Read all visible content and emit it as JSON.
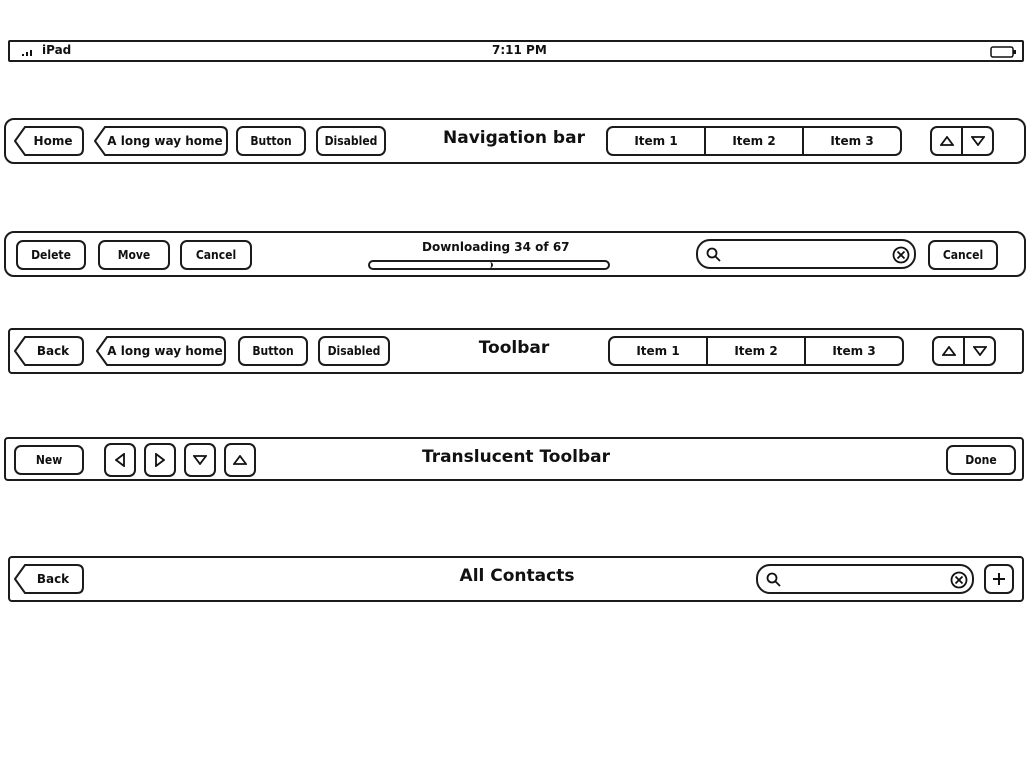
{
  "status_bar": {
    "device": "iPad",
    "time": "7:11 PM"
  },
  "navigation_bar": {
    "home_label": "Home",
    "long_way_label": "A long way home",
    "button_label": "Button",
    "disabled_label": "Disabled",
    "title": "Navigation bar",
    "segments": [
      "Item 1",
      "Item 2",
      "Item 3"
    ]
  },
  "download_toolbar": {
    "delete_label": "Delete",
    "move_label": "Move",
    "cancel_label": "Cancel",
    "download_status": "Downloading 34 of 67",
    "progress": 0.507,
    "search_cancel_label": "Cancel"
  },
  "toolbar": {
    "back_label": "Back",
    "long_way_label": "A long way home",
    "button_label": "Button",
    "disabled_label": "Disabled",
    "title": "Toolbar",
    "segments": [
      "Item 1",
      "Item 2",
      "Item 3"
    ]
  },
  "translucent_toolbar": {
    "new_label": "New",
    "title": "Translucent Toolbar",
    "done_label": "Done"
  },
  "contacts_bar": {
    "back_label": "Back",
    "title": "All Contacts"
  }
}
